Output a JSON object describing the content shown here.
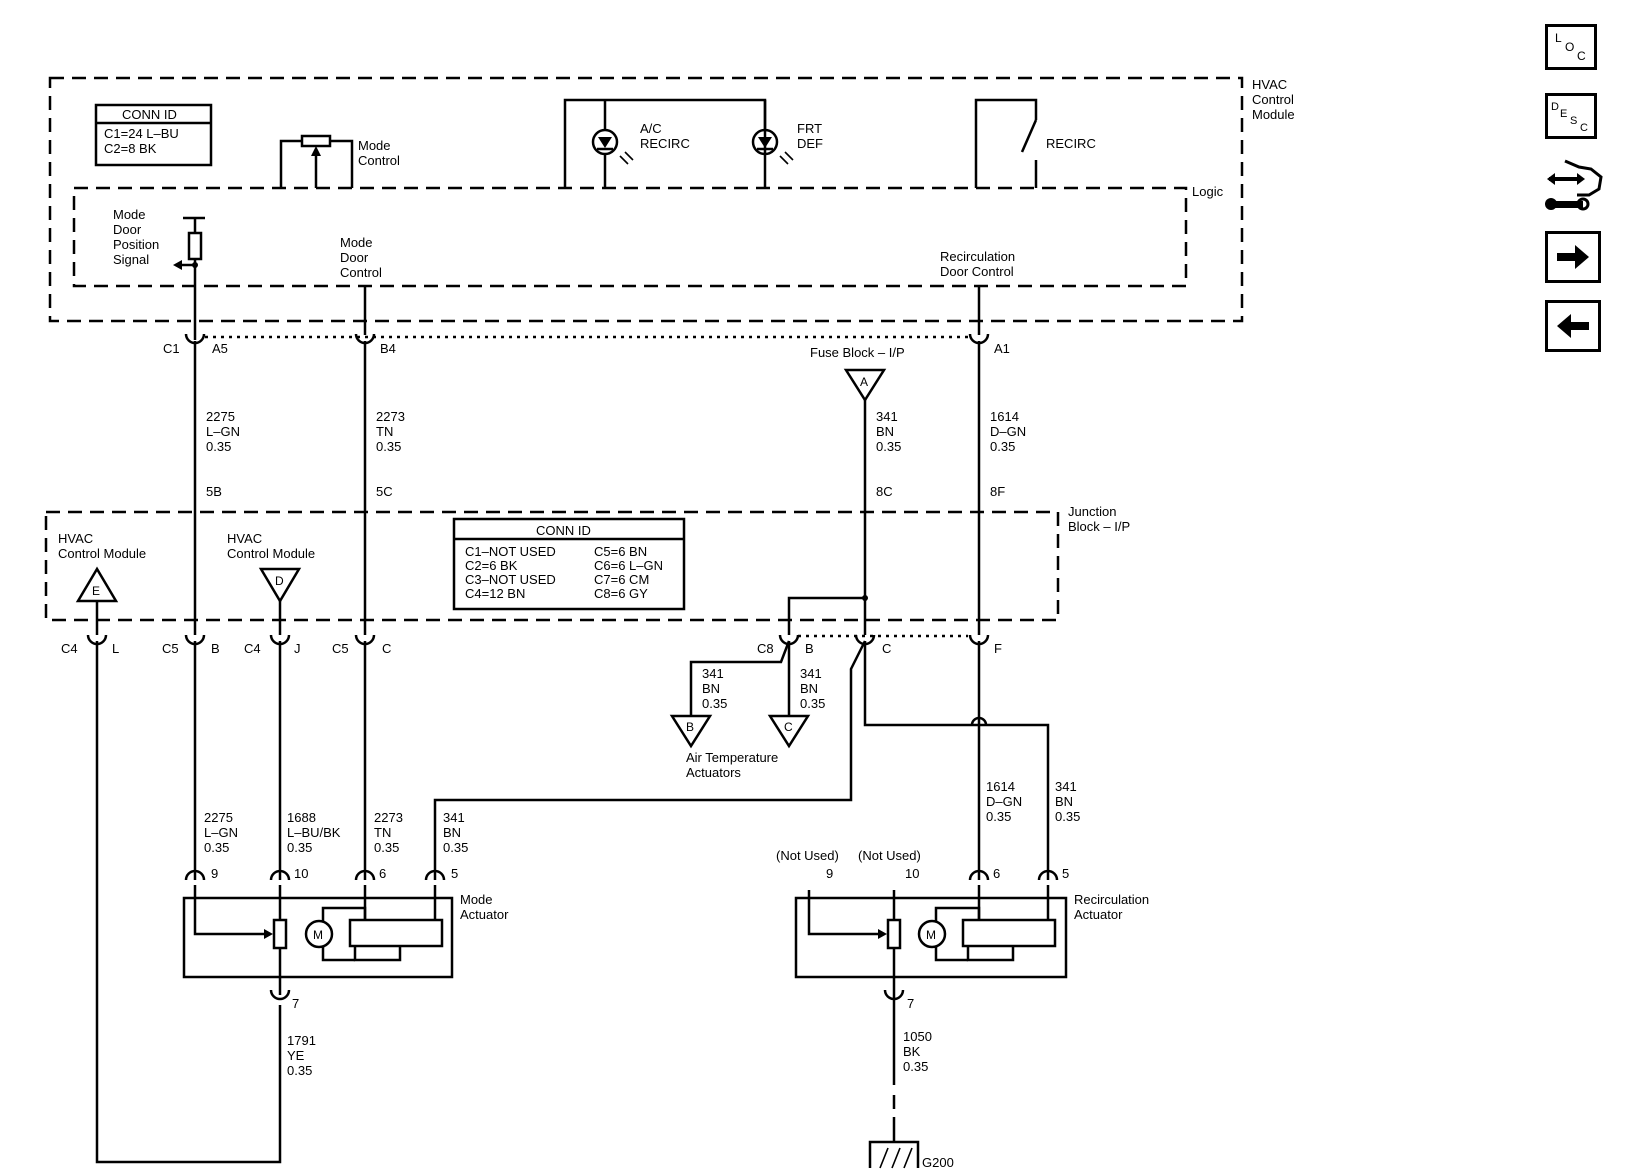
{
  "modules": {
    "hvac_control": "HVAC|Control|Module",
    "logic": "Logic",
    "junction_block": "Junction|Block – I/P",
    "fuse_block": "Fuse Block – I/P",
    "mode_actuator": "Mode|Actuator",
    "recirc_actuator": "Recirculation|Actuator",
    "air_temp": "Air Temperature|Actuators",
    "ground": "G200",
    "hvac_ref_e": "HVAC|Control Module",
    "hvac_ref_d": "HVAC|Control Module"
  },
  "conn_id_1": {
    "title": "CONN ID",
    "lines": [
      "C1=24 L–BU",
      "C2=8 BK"
    ]
  },
  "conn_id_2": {
    "title": "CONN ID",
    "left": [
      "C1–NOT USED",
      "C2=6 BK",
      "C3–NOT USED",
      "C4=12 BN"
    ],
    "right": [
      "C5=6 BN",
      "C6=6 L–GN",
      "C7=6 CM",
      "C8=6 GY"
    ]
  },
  "labels": {
    "mode_control": "Mode|Control",
    "ac_recirc": "A/C|RECIRC",
    "frt_def": "FRT|DEF",
    "recirc": "RECIRC",
    "mode_door_position": "Mode|Door|Position|Signal",
    "mode_door_control": "Mode|Door|Control",
    "recirc_door_control": "Recirculation|Door Control",
    "not_used_9": "(Not Used)",
    "not_used_10": "(Not Used)"
  },
  "connectors": {
    "c1": "C1",
    "a5": "A5",
    "b4": "B4",
    "a1": "A1",
    "p5b": "5B",
    "p5c": "5C",
    "p8c": "8C",
    "p8f": "8F",
    "c4a": "C4",
    "l": "L",
    "c5a": "C5",
    "b": "B",
    "c4b": "C4",
    "j": "J",
    "c5b": "C5",
    "c": "C",
    "c8": "C8",
    "b2": "B",
    "c2": "C",
    "f": "F",
    "m9": "9",
    "m10": "10",
    "m6": "6",
    "m5": "5",
    "m7": "7",
    "r9": "9",
    "r10": "10",
    "r6": "6",
    "r5": "5",
    "r7": "7"
  },
  "triangles": {
    "a": "A",
    "b": "B",
    "c": "C",
    "d": "D",
    "e": "E"
  },
  "motor_symbol": "M",
  "wires": {
    "w2275_top": "2275|L–GN|0.35",
    "w2273_top": "2273|TN|0.35",
    "w341_fuse": "341|BN|0.35",
    "w1614_top": "1614|D–GN|0.35",
    "w341_b": "341|BN|0.35",
    "w341_c": "341|BN|0.35",
    "w2275_bot": "2275|L–GN|0.35",
    "w1688": "1688|L–BU/BK|0.35",
    "w2273_bot": "2273|TN|0.35",
    "w341_mode": "341|BN|0.35",
    "w1614_bot": "1614|D–GN|0.35",
    "w341_recirc": "341|BN|0.35",
    "w1791": "1791|YE|0.35",
    "w1050": "1050|BK|0.35"
  },
  "nav": {
    "loc": [
      "L",
      "O",
      "C"
    ],
    "desc": [
      "D",
      "E",
      "S",
      "C"
    ],
    "icons": [
      "connector-tool-icon",
      "arrow-right-icon",
      "arrow-left-icon"
    ]
  }
}
